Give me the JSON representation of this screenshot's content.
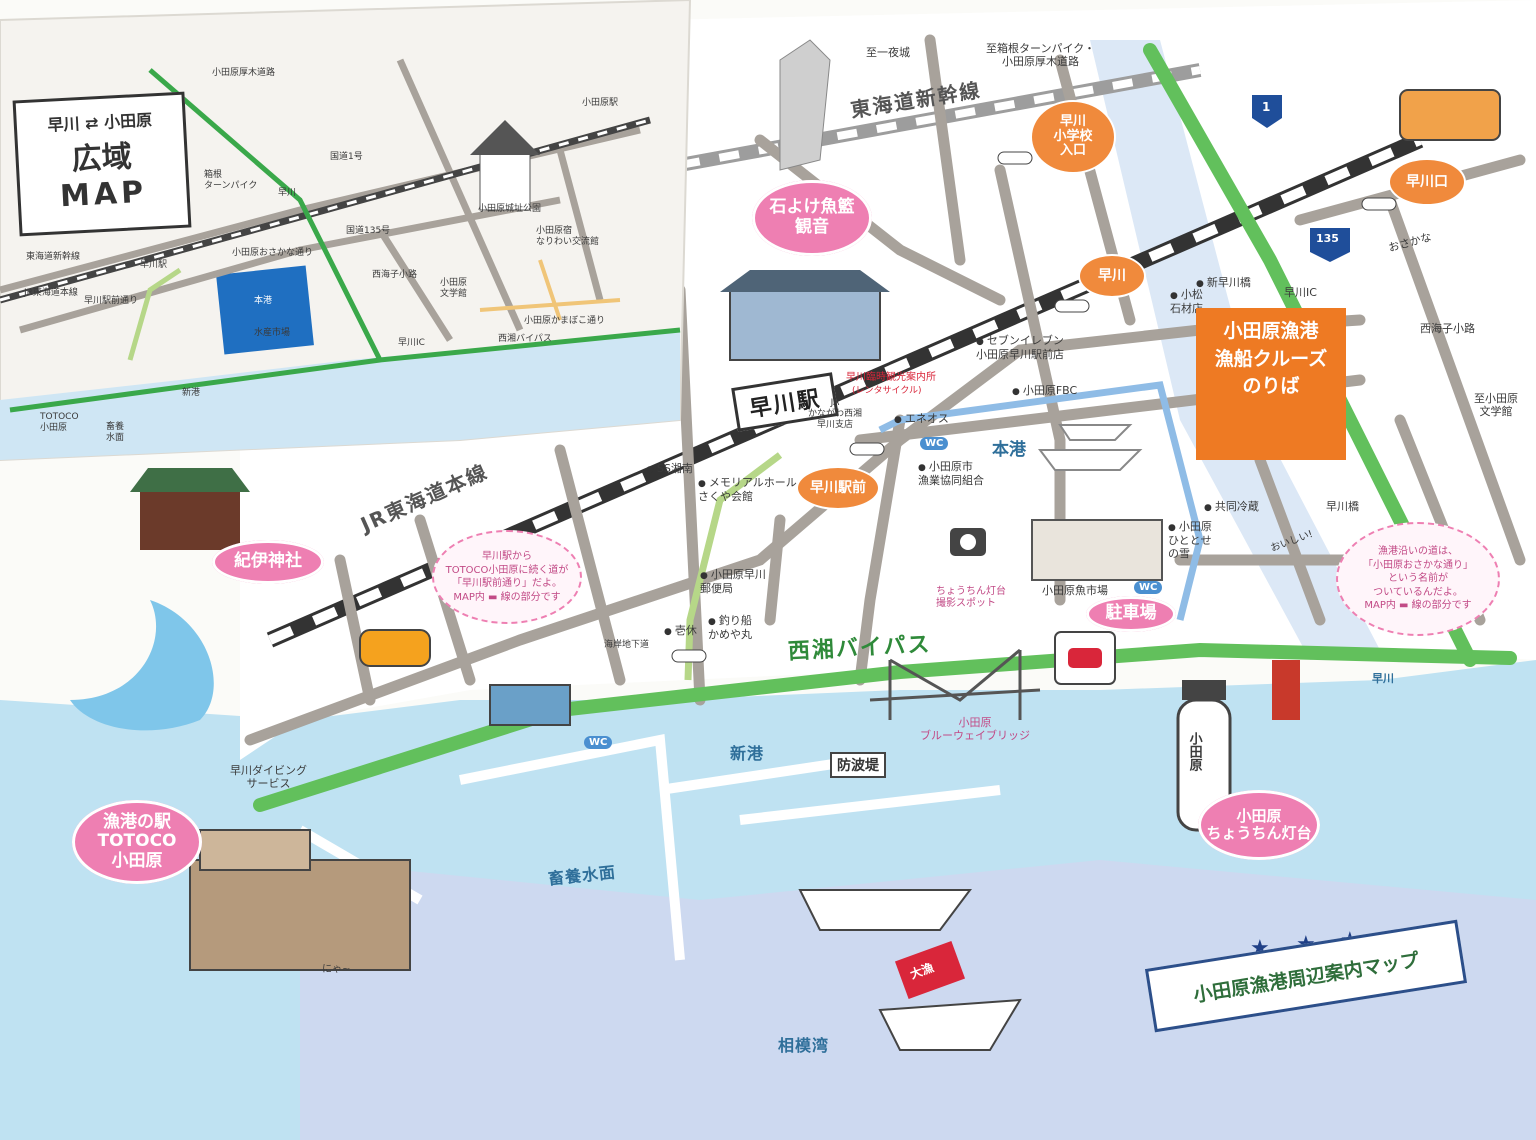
{
  "inset": {
    "title_line1": "早川 ⇄ 小田原",
    "title_line2": "広域",
    "title_line3": "MAP",
    "labels": {
      "odawara_atsugi": "小田原厚木道路",
      "odawara_eki": "小田原駅",
      "kokudo1": "国道1号",
      "hakone_turnpike": "箱根\nターンパイク",
      "hayakawa": "早川",
      "castle_park": "小田原城址公園",
      "nariwai": "小田原宿\nなりわい交流館",
      "kokudo135": "国道135号",
      "shinkansen": "東海道新幹線",
      "hayakawa_eki": "早川駅",
      "osakana_dori": "小田原おさかな通り",
      "nishikaishi": "西海子小路",
      "bungakukan": "小田原\n文学館",
      "jr_honsen": "JR東海道本線",
      "ekimae_dori": "早川駅前通り",
      "honko": "本港",
      "suisan": "水産市場",
      "kamaboko": "小田原かまぼこ通り",
      "hayakawa_ic": "早川IC",
      "seisho_bypass": "西湘バイパス",
      "shinko": "新港",
      "totoco": "TOTOCO\n小田原",
      "chikuyo": "畜養\n水面"
    }
  },
  "labels": {
    "ichiyajo": "至一夜城",
    "hakone_turnpike_to": "至箱根ターンパイク・\n小田原厚木道路",
    "shinkansen": "東海道新幹線",
    "route1": "1",
    "route135": "135",
    "hayakawa_sho": "早川\n小学校\n入口",
    "hayakawaguchi": "早川口",
    "ishiyoke": "石よけ魚籃\n観音",
    "hayakawa_bubble": "早川",
    "shin_hayakawa_bashi": "新早川橋",
    "hayakawa_ic": "早川IC",
    "komatsu": "小松\n石材店",
    "seven_eleven": "セブンイレブン\n小田原早川駅前店",
    "nishikaishi": "西海子小路",
    "to_bungakukan": "至小田原\n文学館",
    "hayakawa_station": "早川駅",
    "tourist_info": "早川臨時観光案内所",
    "rental_cycle": "(レンタサイクル)",
    "ja": "JA\nかながわ西湘\n早川支店",
    "odawara_fbc": "小田原FBC",
    "eneos": "エネオス",
    "ss_shonan": "SS湘南",
    "jr_honsen": "JR東海道本線",
    "memorial_hall": "メモリアルホール\nさくや会館",
    "hayakawa_ekimae_bubble": "早川駅前",
    "gyogyo_kumiai": "小田原市\n漁業協同組合",
    "honko": "本港",
    "kyodo_reizo": "共同冷蔵",
    "hitotose": "小田原\nひととせ\nの雪",
    "gyoba": "小田原魚市場",
    "kinomiya": "紀伊神社",
    "note_ekimae": "早川駅から\nTOTOCO小田原に続く道が\n「早川駅前通り」だよ。\nMAP内 ▬ 線の部分です",
    "yubinkyoku": "小田原早川\n郵便局",
    "chochin_spot": "ちょうちん灯台\n撮影スポット",
    "chushajo": "駐車場",
    "note_osakana": "漁港沿いの道は、\n「小田原おさかな通り」\nという名前が\nついているんだよ。\nMAP内 ▬ 線の部分です",
    "hayakawa_bashi": "早川橋",
    "ikkyu": "壱休",
    "tsuribune": "釣り船\nかめや丸",
    "kaigan_chikado": "海岸地下道",
    "seisho_bypass": "西湘バイパス",
    "hayakawa_river": "早川",
    "blue_way_bridge": "小田原\nブルーウェイブリッジ",
    "shinko": "新港",
    "bohatei": "防波堤",
    "diving": "早川ダイビング\nサービス",
    "totoco_bubble": "漁港の駅\nTOTOCO\n小田原",
    "chikuyo": "畜養水面",
    "chochin_bubble": "小田原\nちょうちん灯台",
    "sagamiwan": "相模湾",
    "title": "小田原漁港周辺案内マップ",
    "osakana": "おさかな",
    "wc": "WC",
    "lighthouse_text": "小田原",
    "oishii": "おいしい!",
    "nya": "にゃ~",
    "fish_flag": "大漁"
  },
  "cruise": {
    "text": "小田原漁港\n漁船クルーズ\nのりば"
  },
  "colors": {
    "sea": "#a9d8ee",
    "road": "#a59f98",
    "green_road": "#5fbf5a",
    "rail": "#333333",
    "pink": "#ee7fb2",
    "orange": "#ee7a23",
    "blue_path": "#8fbce6",
    "river": "#c9def3"
  }
}
